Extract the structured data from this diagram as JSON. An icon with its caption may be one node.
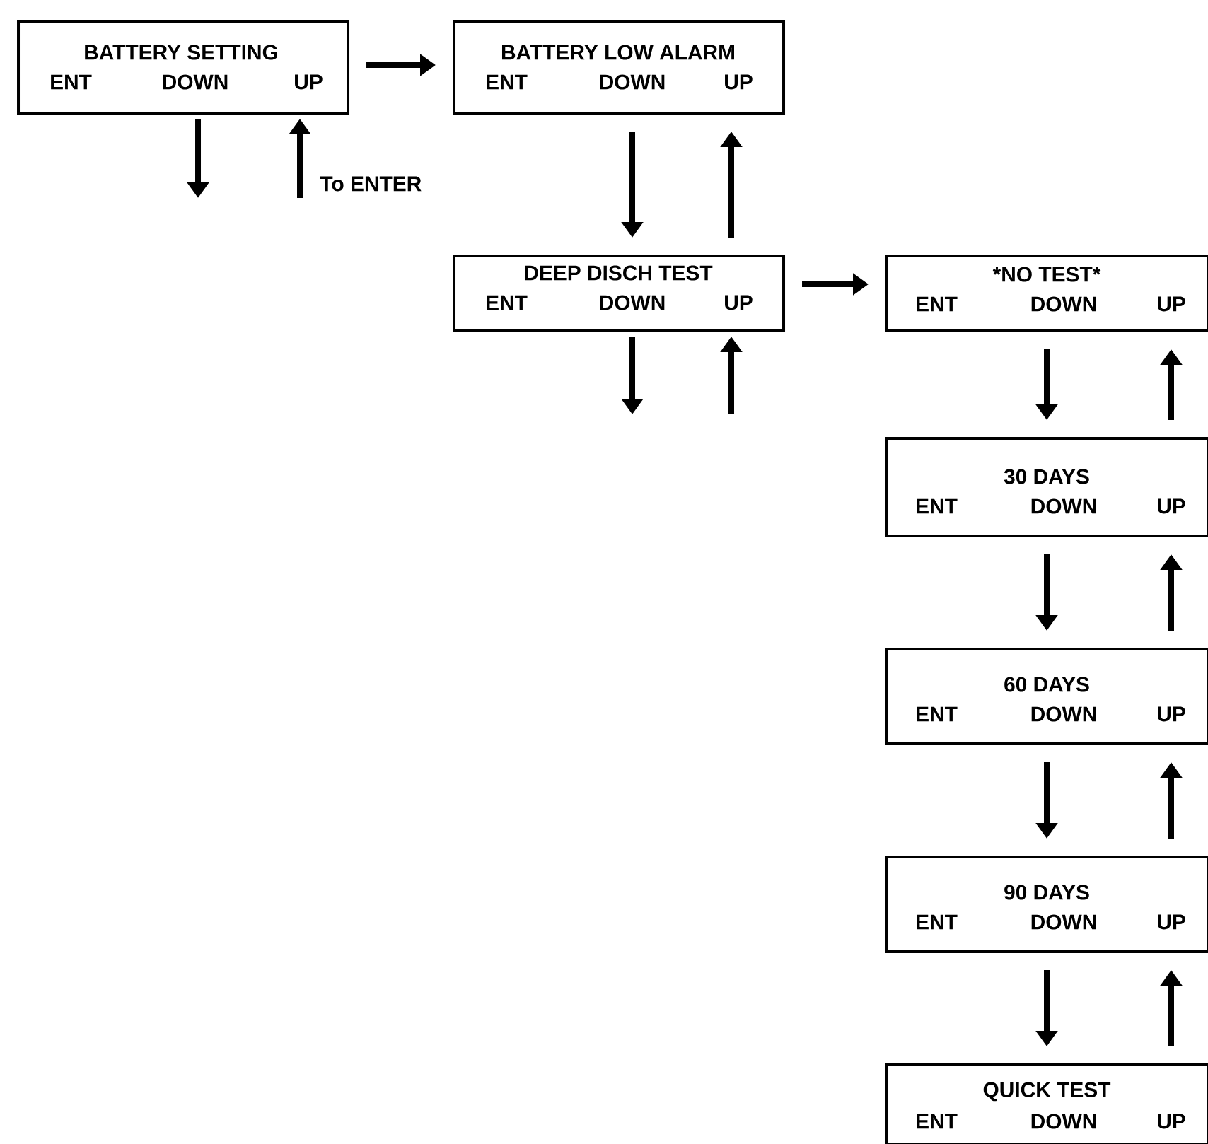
{
  "diagram": {
    "nodes": [
      {
        "text": [
          "BATTERY SETTING",
          "ENT",
          "DOWN",
          "UP"
        ]
      },
      {
        "text": [
          "BATTERY LOW ALARM",
          "ENT",
          "DOWN",
          "UP"
        ]
      },
      {
        "text": [
          "DEEP DISCH TEST",
          "ENT",
          "DOWN",
          "UP"
        ]
      },
      {
        "text": [
          "*NO TEST*",
          "ENT",
          "DOWN",
          "UP"
        ]
      },
      {
        "text": [
          "30 DAYS",
          "ENT",
          "DOWN",
          "UP"
        ]
      },
      {
        "text": [
          "60 DAYS",
          "ENT",
          "DOWN",
          "UP"
        ]
      },
      {
        "text": [
          "90 DAYS",
          "ENT",
          "DOWN",
          "UP"
        ]
      },
      {
        "text": [
          "QUICK TEST",
          "ENT",
          "DOWN",
          "UP"
        ]
      }
    ],
    "edges": [
      {
        "from": 0,
        "to": 1,
        "arrow": "to"
      },
      {
        "from": 0,
        "to": null,
        "arrow": "to"
      },
      {
        "from": null,
        "to": 0,
        "arrow": "to",
        "label": "To ENTER"
      },
      {
        "from": 1,
        "to": 2,
        "arrow": "to"
      },
      {
        "from": 2,
        "to": 1,
        "arrow": "to"
      },
      {
        "from": 2,
        "to": 3,
        "arrow": "to"
      },
      {
        "from": 2,
        "to": null,
        "arrow": "to"
      },
      {
        "from": null,
        "to": 2,
        "arrow": "to"
      },
      {
        "from": 3,
        "to": 4,
        "arrow": "to"
      },
      {
        "from": 4,
        "to": 3,
        "arrow": "to"
      },
      {
        "from": 4,
        "to": 5,
        "arrow": "to"
      },
      {
        "from": 5,
        "to": 4,
        "arrow": "to"
      },
      {
        "from": 5,
        "to": 6,
        "arrow": "to"
      },
      {
        "from": 6,
        "to": 5,
        "arrow": "to"
      },
      {
        "from": 6,
        "to": 7,
        "arrow": "to"
      },
      {
        "from": 7,
        "to": 6,
        "arrow": "to"
      }
    ]
  }
}
